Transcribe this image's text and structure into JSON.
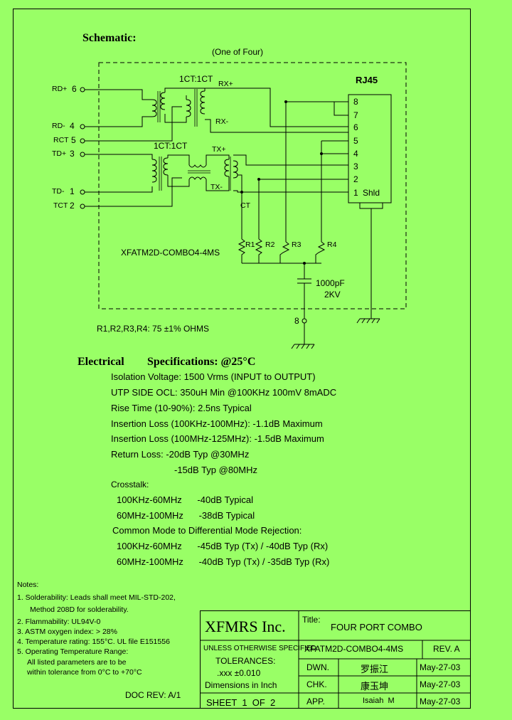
{
  "schematic": {
    "heading": "Schematic:",
    "one_of_four": "(One of Four)",
    "rj45_label": "RJ45",
    "ct_top": "1CT:1CT",
    "ct_bottom": "1CT:1CT",
    "pins_left": [
      {
        "name": "RD+",
        "num": "6"
      },
      {
        "name": "RD-",
        "num": "4"
      },
      {
        "name": "RCT",
        "num": "5"
      },
      {
        "name": "TD+",
        "num": "3"
      },
      {
        "name": "TD-",
        "num": "1"
      },
      {
        "name": "TCT",
        "num": "2"
      }
    ],
    "signals": {
      "rxp": "RX+",
      "rxm": "RX-",
      "txp": "TX+",
      "txm": "TX-",
      "ct": "CT"
    },
    "rj45_pins": [
      "8",
      "7",
      "6",
      "5",
      "4",
      "3",
      "2",
      "1"
    ],
    "shld": "Shld",
    "resistors": [
      "R1",
      "R2",
      "R3",
      "R4"
    ],
    "part_number": "XFATM2D-COMBO4-4MS",
    "cap_value": "1000pF",
    "cap_voltage": "2KV",
    "ground_pin": "8",
    "resistor_note": "R1,R2,R3,R4: 75 ±1% OHMS"
  },
  "electrical": {
    "heading": "Electrical",
    "heading2": "Specifications: @25°C",
    "lines": [
      "Isolation Voltage:  1500 Vrms (INPUT to OUTPUT)",
      "UTP SIDE OCL: 350uH Min @100KHz 100mV 8mADC",
      "Rise Time (10-90%): 2.5ns Typical",
      "Insertion Loss (100KHz-100MHz): -1.1dB Maximum",
      "Insertion Loss (100MHz-125MHz): -1.5dB Maximum",
      "Return Loss: -20dB Typ @30MHz",
      "-15dB Typ @80MHz",
      "Crosstalk:",
      "100KHz-60MHz      -40dB Typical",
      "60MHz-100MHz      -38dB Typical",
      "Common Mode to Differential Mode Rejection:",
      "100KHz-60MHz      -45dB Typ (Tx) / -40dB Typ (Rx)",
      "60MHz-100MHz      -40dB Typ (Tx) / -35dB Typ (Rx)"
    ]
  },
  "notes": {
    "title": "Notes:",
    "lines": [
      "1. Solderability: Leads shall meet MIL-STD-202,",
      "Method 208D for solderability.",
      "2. Flammability: UL94V-0",
      "3. ASTM oxygen index: > 28%",
      "4. Temperature rating: 155°C. UL file E151556",
      "5. Operating Temperature Range:",
      "All listed parameters are to be",
      "within tolerance from 0°C to +70°C"
    ],
    "doc_rev": "DOC REV: A/1"
  },
  "title_block": {
    "company": "XFMRS Inc.",
    "title_label": "Title:",
    "title_value": "FOUR PORT COMBO",
    "unless": "UNLESS OTHERWISE SPECIFIED",
    "part_no": "XFATM2D-COMBO4-4MS",
    "rev": "REV. A",
    "tolerances": "TOLERANCES:",
    "tol_value": ".xxx ±0.010",
    "dimensions": "Dimensions in Inch",
    "sheet": "SHEET  1  OF  2",
    "dwn_label": "DWN.",
    "dwn_name": "罗振江",
    "dwn_date": "May-27-03",
    "chk_label": "CHK.",
    "chk_name": "康玉坤",
    "chk_date": "May-27-03",
    "app_label": "APP.",
    "app_name": "Isaiah  M",
    "app_date": "May-27-03"
  }
}
